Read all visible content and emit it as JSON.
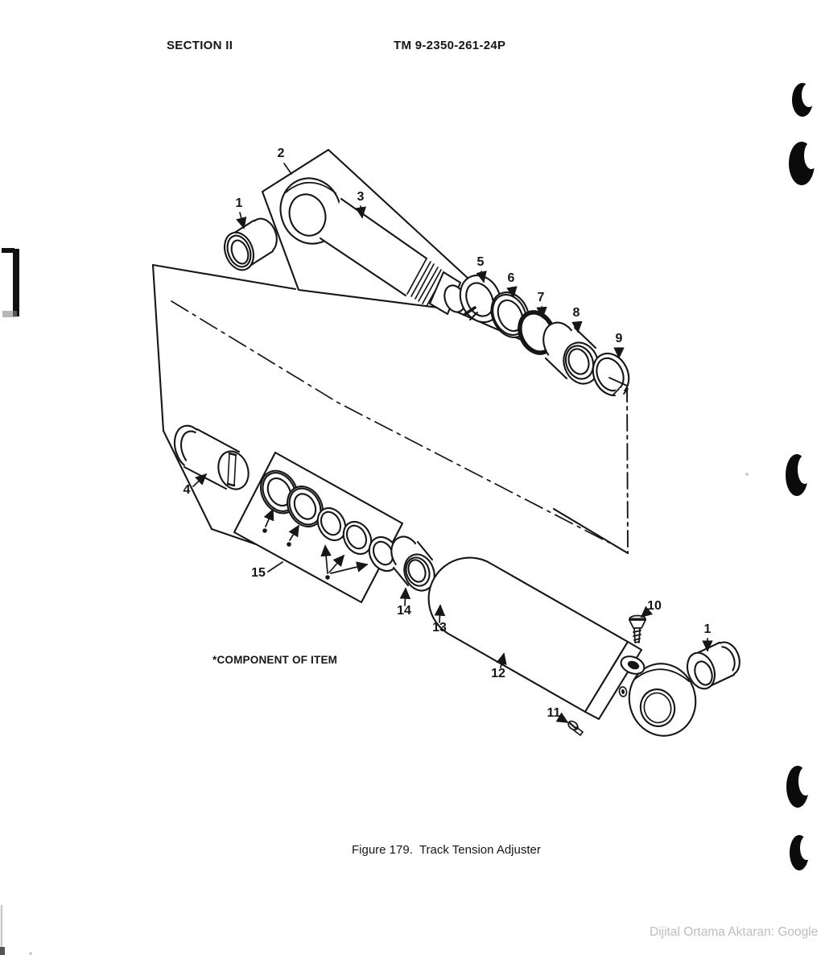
{
  "document": {
    "header": {
      "section": "SECTION II",
      "manual_number": "TM 9-2350-261-24P"
    },
    "figure": {
      "component_note": "*COMPONENT OF ITEM",
      "caption": "Figure 179.  Track Tension Adjuster"
    },
    "callouts": {
      "item1_top": "1",
      "item2": "2",
      "item3": "3",
      "item4": "4",
      "item5": "5",
      "item6": "6",
      "item7": "7",
      "item8": "8",
      "item9": "9",
      "item10": "10",
      "item11": "11",
      "item12": "12",
      "item13": "13",
      "item14": "14",
      "item15": "15",
      "item1_bottom": "1"
    },
    "scan": {
      "watermark": "Dijital Ortama Aktaran: Google"
    },
    "colors": {
      "ink": "#161616",
      "watermark_gray": "#bdbdbd",
      "paper": "#ffffff"
    }
  }
}
